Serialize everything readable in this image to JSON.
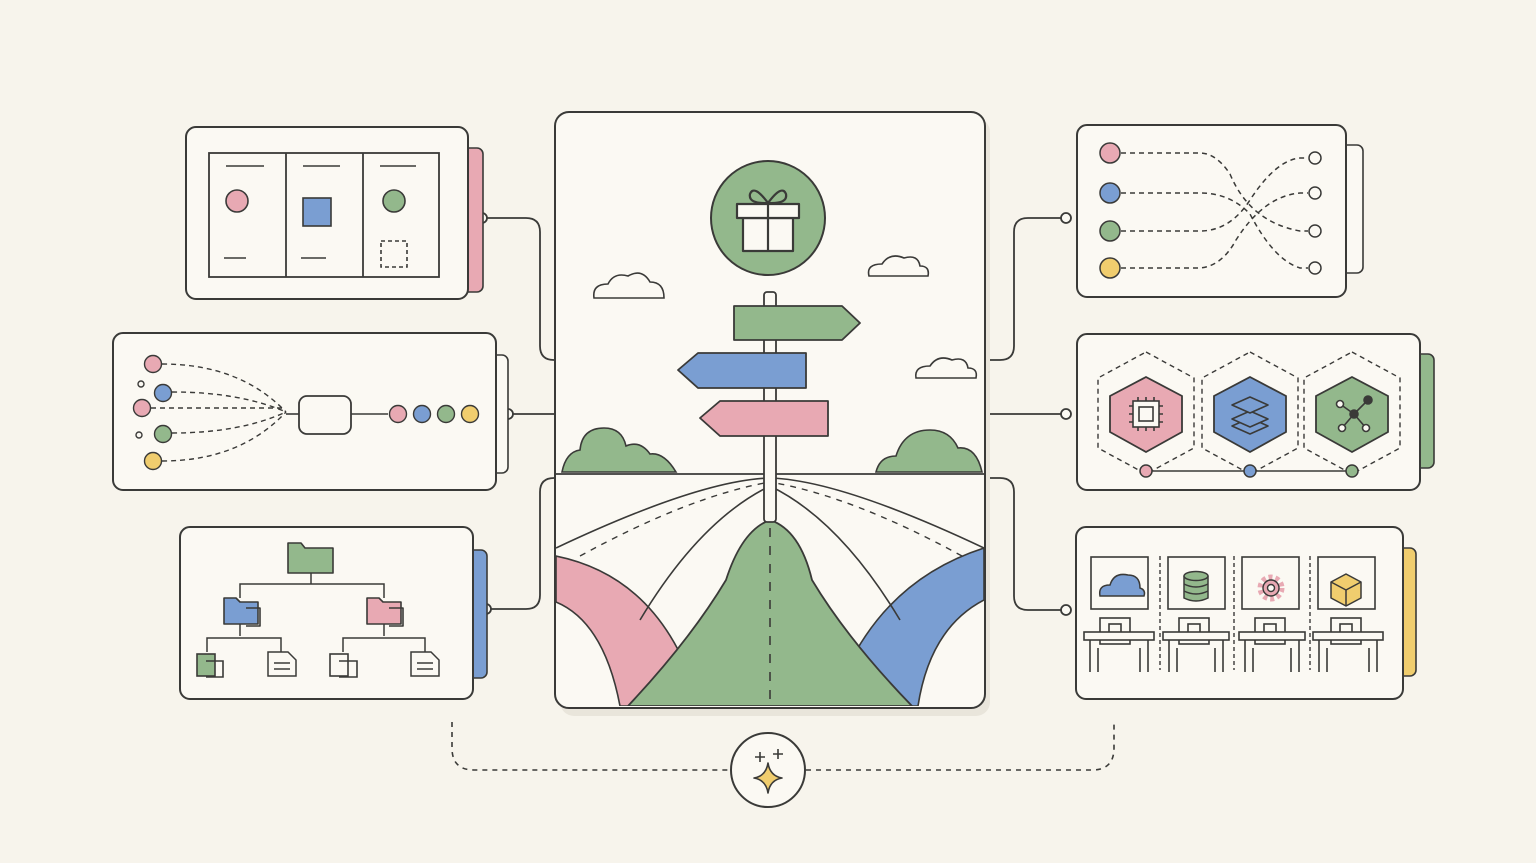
{
  "colors": {
    "background": "#f7f4ec",
    "panel": "#fbf9f3",
    "ink": "#3a3a38",
    "pink": "#e8a9b3",
    "blue": "#7a9ed2",
    "green": "#93b88c",
    "yellow": "#f0cd6e"
  },
  "center": {
    "top_icon": "gift-icon",
    "signposts": [
      {
        "direction": "right",
        "color": "green"
      },
      {
        "direction": "left",
        "color": "blue"
      },
      {
        "direction": "left",
        "color": "pink"
      }
    ],
    "roads": [
      "pink",
      "green",
      "blue"
    ]
  },
  "left_panels": [
    {
      "name": "kanban-board",
      "tab_color": "pink",
      "columns": [
        "circle",
        "square",
        "circle-and-placeholder"
      ]
    },
    {
      "name": "merge-pipeline",
      "inputs": [
        "pink",
        "blue",
        "pink",
        "green",
        "yellow"
      ],
      "outputs": [
        "pink",
        "blue",
        "green",
        "yellow"
      ]
    },
    {
      "name": "folder-tree",
      "tab_color": "blue",
      "icons": [
        "folder-icon",
        "folder-icon",
        "folder-icon",
        "folder-icon",
        "document-icon",
        "folder-icon",
        "document-icon"
      ]
    }
  ],
  "right_panels": [
    {
      "name": "routing-map",
      "tab_color": "none",
      "nodes": [
        "pink",
        "blue",
        "green",
        "yellow"
      ]
    },
    {
      "name": "service-hexagons",
      "tab_color": "green",
      "icons": [
        "chip-icon",
        "layers-icon",
        "network-icon"
      ]
    },
    {
      "name": "desks",
      "tab_color": "yellow",
      "icons": [
        "cloud-icon",
        "database-icon",
        "gear-icon",
        "cube-icon"
      ]
    }
  ],
  "bottom_icon": "sparkle-icon"
}
